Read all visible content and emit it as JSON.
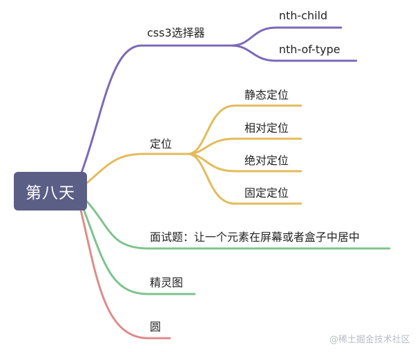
{
  "mindmap": {
    "root": "第八天",
    "colors": {
      "purple": "#7b68b8",
      "yellow": "#e2bb5a",
      "green": "#7cc38c",
      "red": "#df8a8a",
      "root_fill": "#5b5f86"
    },
    "branches": [
      {
        "label": "css3选择器",
        "color": "purple",
        "children": [
          "nth-child",
          "nth-of-type"
        ]
      },
      {
        "label": "定位",
        "color": "yellow",
        "children": [
          "静态定位",
          "相对定位",
          "绝对定位",
          "固定定位"
        ]
      },
      {
        "label": "面试题：让一个元素在屏幕或者盒子中居中",
        "color": "green",
        "children": []
      },
      {
        "label": "精灵图",
        "color": "green",
        "children": []
      },
      {
        "label": "圆",
        "color": "red",
        "children": []
      }
    ]
  },
  "watermark": "@稀土掘金技术社区"
}
